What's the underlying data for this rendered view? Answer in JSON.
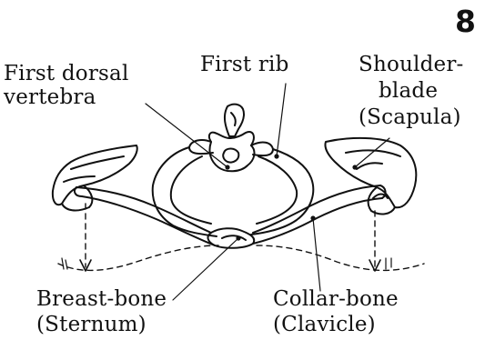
{
  "figure": {
    "number": "8"
  },
  "labels": {
    "first_dorsal_vertebra": [
      "First dorsal",
      "vertebra"
    ],
    "first_rib": "First rib",
    "scapula": [
      "Shoulder-",
      "blade",
      "(Scapula)"
    ],
    "sternum": [
      "Breast-bone",
      "(Sternum)"
    ],
    "clavicle": [
      "Collar-bone",
      "(Clavicle)"
    ]
  },
  "colors": {
    "ink": "#111111",
    "background": "#ffffff"
  }
}
